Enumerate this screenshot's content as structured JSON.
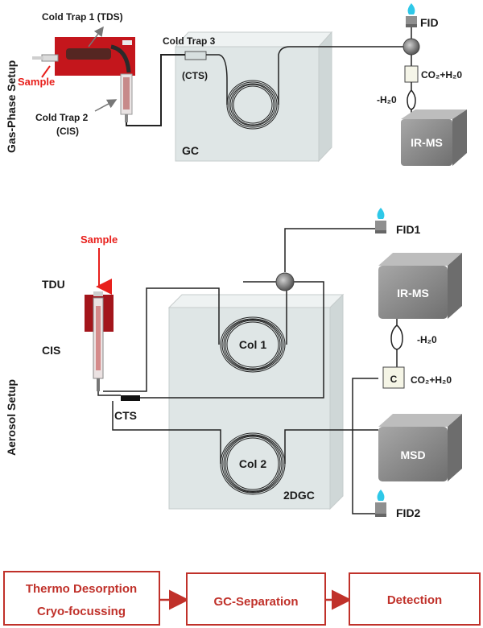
{
  "gas_phase": {
    "side_label": "Gas-Phase Setup",
    "cold_trap_1": "Cold Trap 1 (TDS)",
    "sample": "Sample",
    "cold_trap_2_line1": "Cold Trap 2",
    "cold_trap_2_line2": "(CIS)",
    "cold_trap_3": "Cold Trap 3",
    "cts": "(CTS)",
    "gc": "GC",
    "fid": "FID",
    "co2_h2o": "CO₂+H₂0",
    "minus_h2o": "-H₂0",
    "ir_ms": "IR-MS"
  },
  "aerosol": {
    "side_label": "Aerosol Setup",
    "sample": "Sample",
    "tdu": "TDU",
    "cis": "CIS",
    "cts": "CTS",
    "col1": "Col 1",
    "col2": "Col 2",
    "twodgc": "2DGC",
    "fid1": "FID1",
    "fid2": "FID2",
    "ir_ms": "IR-MS",
    "minus_h2o": "-H₂0",
    "c_box": "C",
    "co2_h2o": "CO₂+H₂0",
    "msd": "MSD"
  },
  "flow": {
    "step1_line1": "Thermo Desorption",
    "step1_line2": "Cryo-focussing",
    "step2": "GC-Separation",
    "step3": "Detection"
  },
  "colors": {
    "accent_red": "#c0312a",
    "sample_red": "#e8201c",
    "oven_fill": "#dfe6e6",
    "detector_gray": "#8c8c8c",
    "flame_cyan": "#2ec8e8"
  }
}
